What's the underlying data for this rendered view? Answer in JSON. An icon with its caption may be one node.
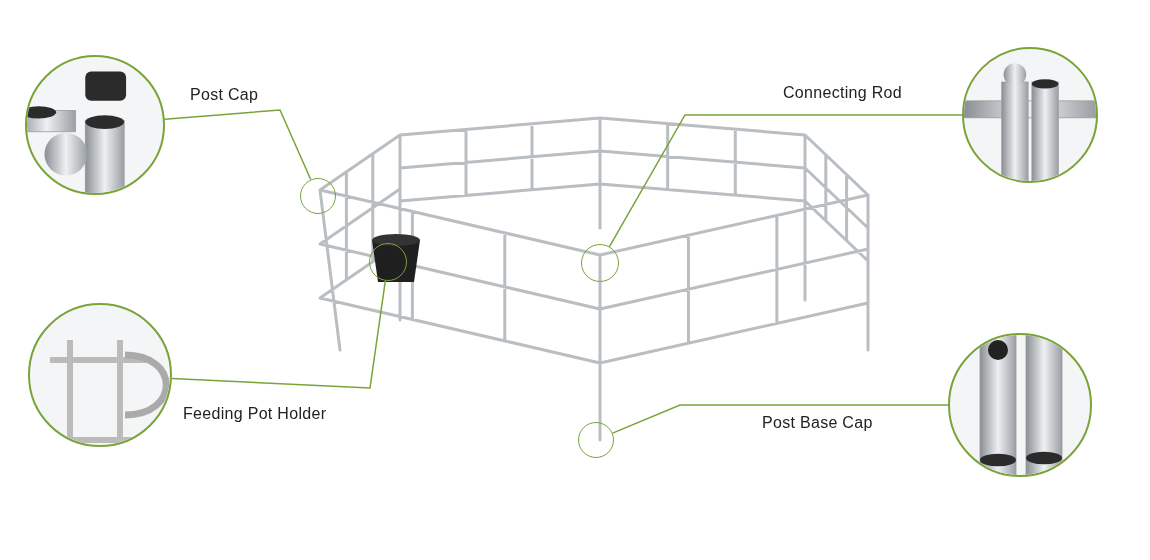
{
  "diagram": {
    "nodes": [
      {
        "text": [],
        "shape": "picture"
      },
      {
        "text": [],
        "shape": "circle"
      },
      {
        "text": [],
        "shape": "picture"
      },
      {
        "text": [],
        "shape": "circle"
      },
      {
        "text": [],
        "shape": "picture"
      },
      {
        "text": [],
        "shape": "circle"
      },
      {
        "text": [],
        "shape": "picture"
      },
      {
        "text": [],
        "shape": "circle"
      }
    ],
    "edges": [
      {
        "from": 0,
        "to": 1,
        "arrow": "none",
        "label": "Post Cap"
      },
      {
        "from": 2,
        "to": 3,
        "arrow": "none",
        "label": "Connecting Rod"
      },
      {
        "from": 4,
        "to": 5,
        "arrow": "none",
        "label": "Feeding Pot Holder"
      },
      {
        "from": 6,
        "to": 7,
        "arrow": "none",
        "label": "Post Base Cap"
      }
    ]
  }
}
